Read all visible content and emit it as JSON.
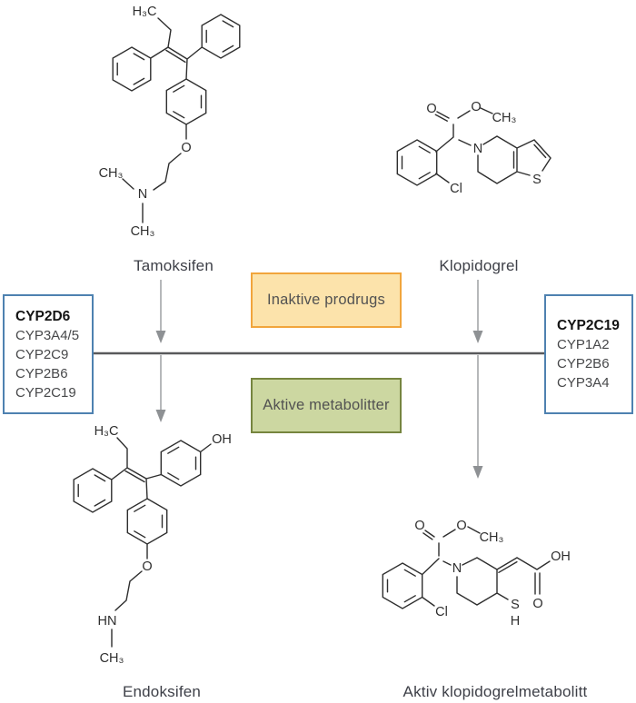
{
  "figure": {
    "type": "metabolic-pathway-diagram",
    "phase_boxes": {
      "inactive": "Inaktive prodrugs",
      "active": "Aktive metabolitter"
    },
    "enzyme_boxes": {
      "left": {
        "primary": "CYP2D6",
        "others": [
          "CYP3A4/5",
          "CYP2C9",
          "CYP2B6",
          "CYP2C19"
        ]
      },
      "right": {
        "primary": "CYP2C19",
        "others": [
          "CYP1A2",
          "CYP2B6",
          "CYP3A4"
        ]
      }
    },
    "compounds": {
      "top_left": "Tamoksifen",
      "top_right": "Klopidogrel",
      "bottom_left": "Endoksifen",
      "bottom_right": "Aktiv klopidogrelmetabolitt"
    },
    "colors": {
      "inactive_fill": "#fce3ab",
      "inactive_border": "#f1a53c",
      "active_fill": "#ccd7a1",
      "active_border": "#76853f",
      "enzyme_border": "#4e81b0",
      "divider": "#58595b",
      "arrow": "#8e9194",
      "bond": "#2e2e2e"
    },
    "structures": {
      "tamoksifen": {
        "atoms": {
          "ethyl": "H₃C",
          "ether_o": "O",
          "n_methyl_left": "CH₃",
          "amine_n": "N",
          "n_methyl_bottom": "CH₃"
        }
      },
      "klopidogrel": {
        "atoms": {
          "carbonyl_o": "O",
          "ester_o": "O",
          "o_methyl": "CH₃",
          "ring_n": "N",
          "chloro": "Cl",
          "thiophene_s": "S"
        }
      },
      "endoksifen": {
        "atoms": {
          "ethyl": "H₃C",
          "phenol_oh": "OH",
          "ether_o": "O",
          "amine_hn": "HN",
          "n_methyl": "CH₃"
        }
      },
      "aktiv_metabolitt": {
        "atoms": {
          "carbonyl_o": "O",
          "ester_o": "O",
          "o_methyl": "CH₃",
          "ring_n": "N",
          "chloro": "Cl",
          "thiol_s": "S",
          "thiol_h": "H",
          "acid_oh": "OH",
          "acid_o": "O"
        }
      }
    }
  }
}
